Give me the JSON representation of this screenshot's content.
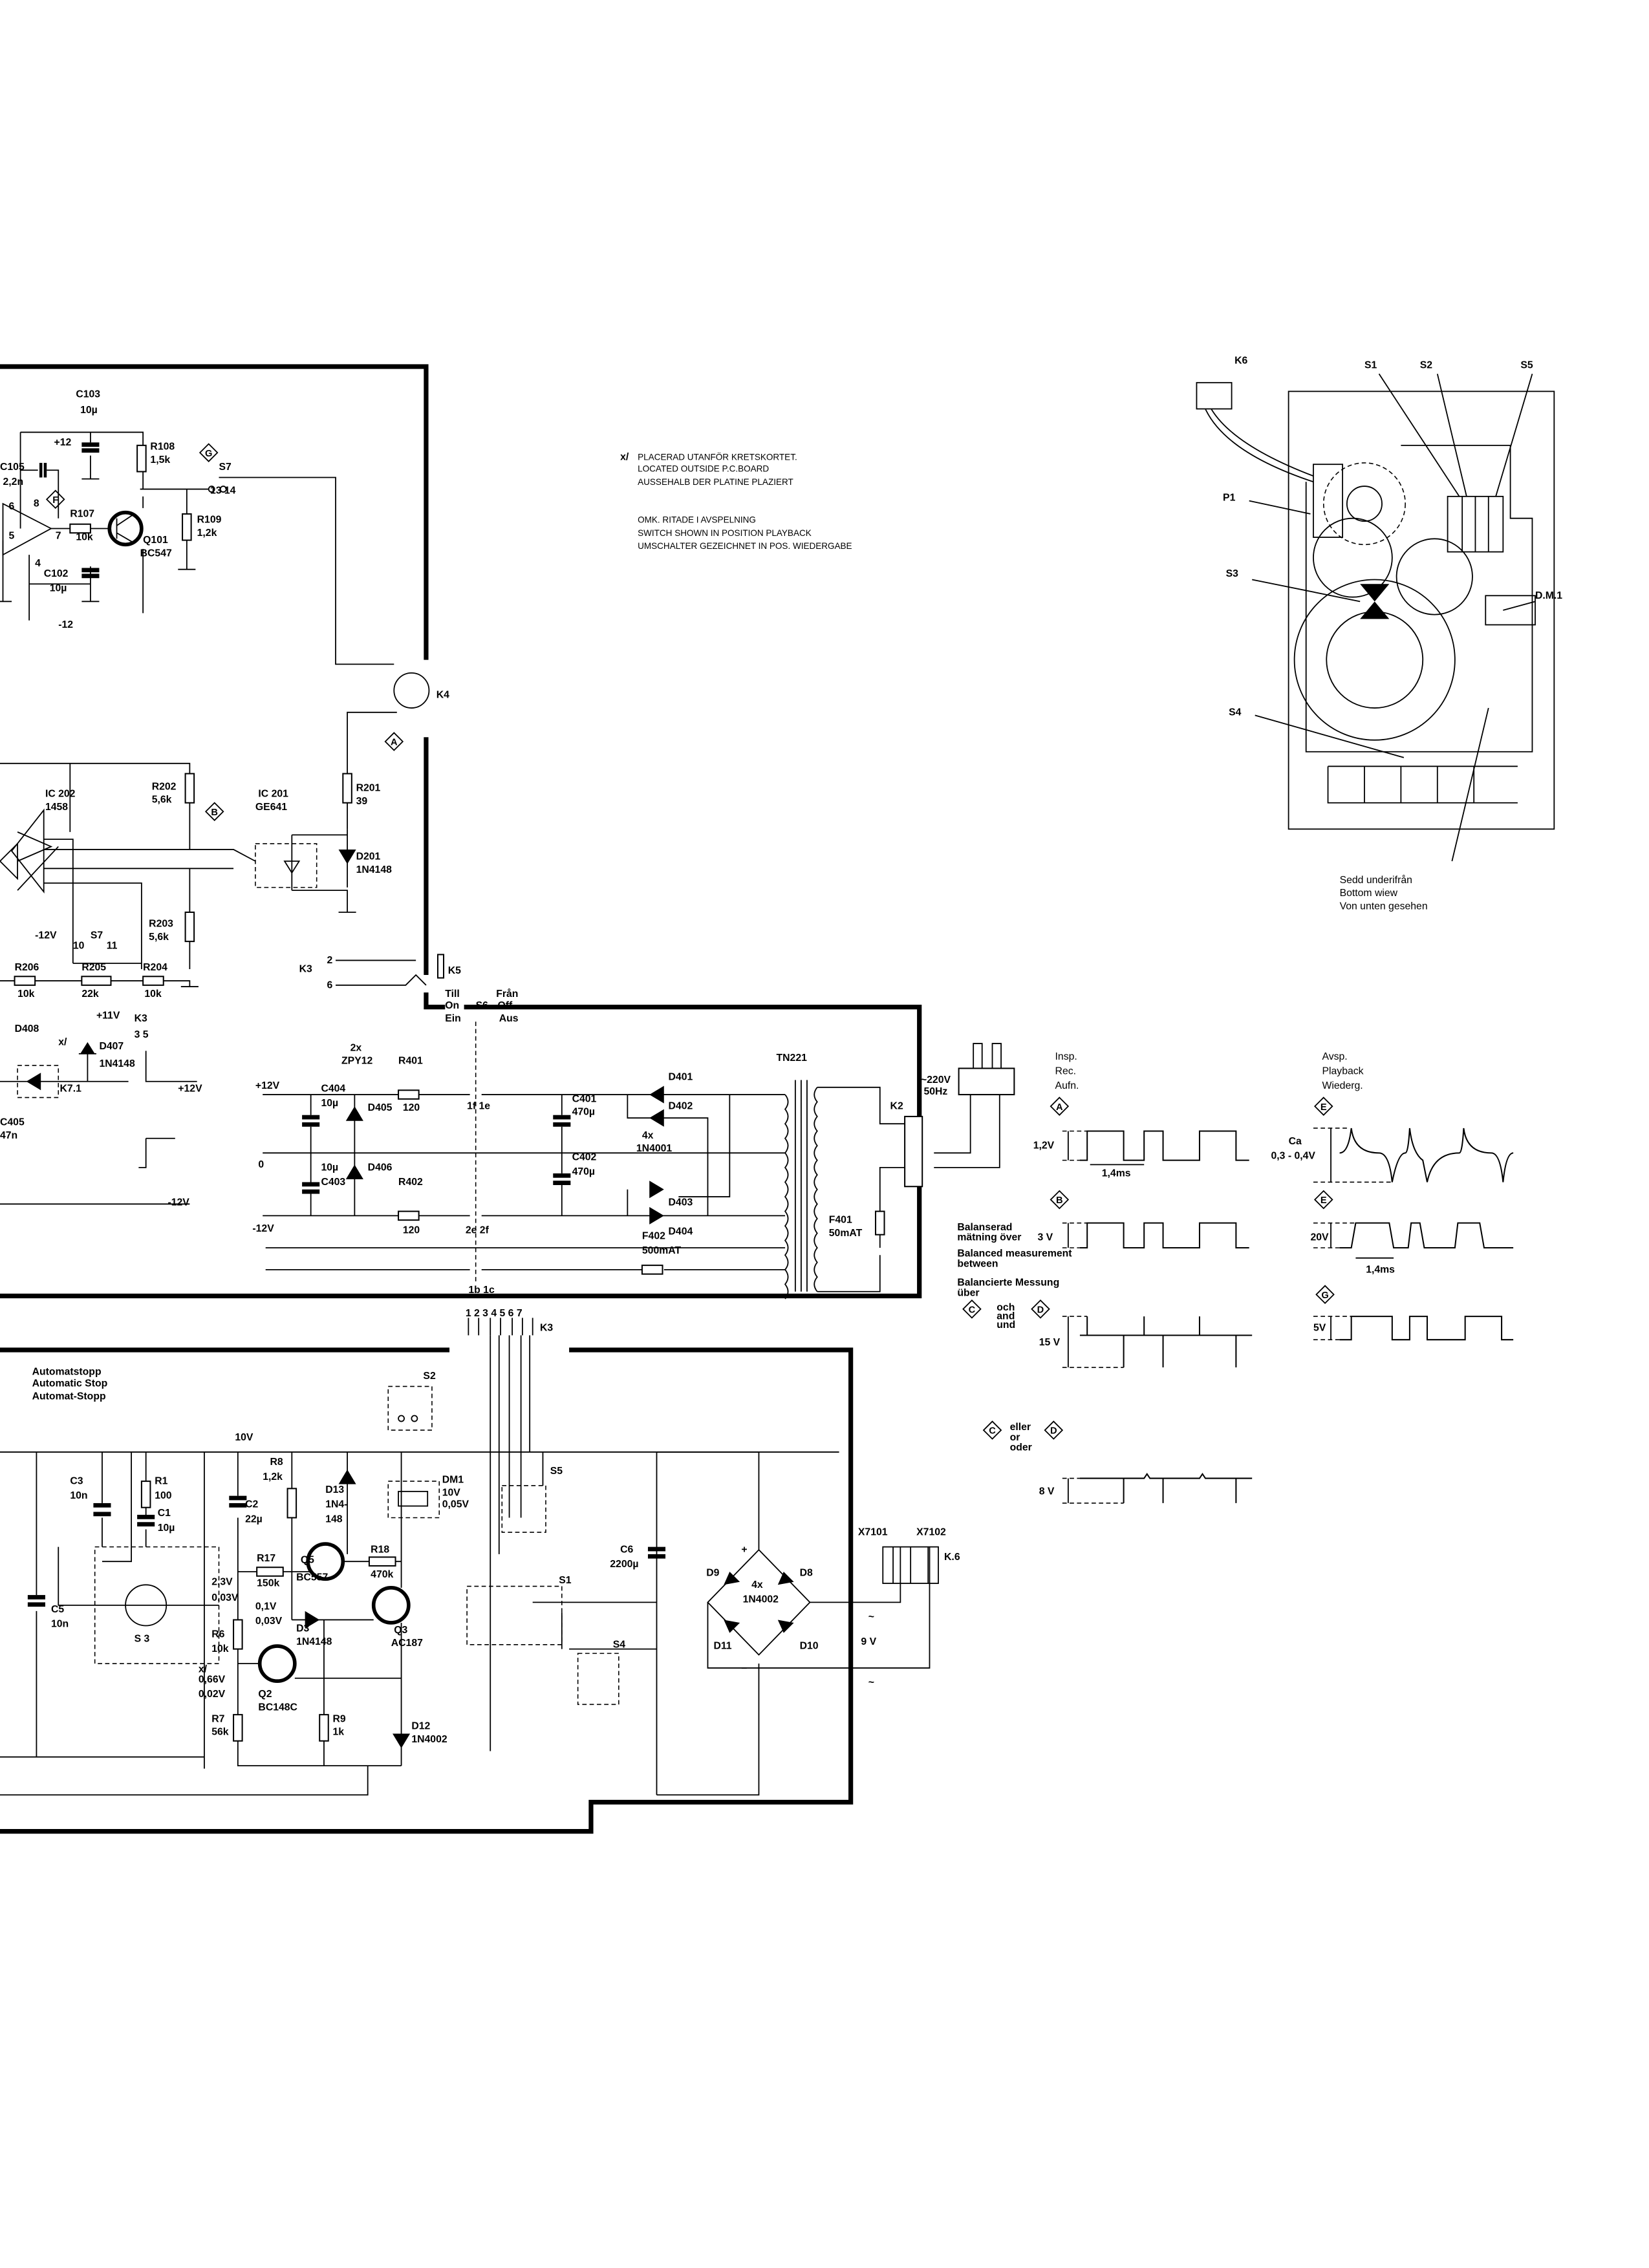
{
  "notes": {
    "marker": "x/",
    "outside_board": [
      "PLACERAD UTANFÖR KRETSKORTET.",
      "LOCATED OUTSIDE P.C.BOARD",
      "AUSSEHALB DER PLATINE PLAZIERT"
    ],
    "switch_position": [
      "OMK. RITADE I AVSPELNING",
      "SWITCH SHOWN IN POSITION PLAYBACK",
      "UMSCHALTER GEZEICHNET IN POS. WIEDERGABE"
    ]
  },
  "amp": [
    "C103",
    "10µ",
    "+12",
    "R108",
    "1,5k",
    "S7",
    "13 14",
    "C105",
    "2,2n",
    "R107",
    "10k",
    "Q101",
    "BC547",
    "R109",
    "1,2k",
    "C102",
    "10µ",
    "-12",
    "8",
    "6",
    "5",
    "7",
    "4",
    "K4"
  ],
  "decoder": [
    "IC 202",
    "1458",
    "R202",
    "5,6k",
    "IC 201",
    "GE641",
    "R201",
    "39",
    "D201",
    "1N4148",
    "-12V",
    "R203",
    "5,6k",
    "S7",
    "10",
    "11",
    "R206",
    "10k",
    "R205",
    "22k",
    "R204",
    "10k",
    "K3",
    "2",
    "6",
    "K5",
    "D408",
    "+11V",
    "K3",
    "3 5",
    "D407",
    "1N4148",
    "K7.1",
    "x/",
    "+12V",
    "C405",
    "47n",
    "-12V"
  ],
  "power": [
    "Till",
    "On",
    "Ein",
    "S6",
    "Från",
    "Off",
    "Aus",
    "2x",
    "ZPY12",
    "R401",
    "120",
    "+12V",
    "C404",
    "10µ",
    "D405",
    "0",
    "10µ",
    "C403",
    "D406",
    "R402",
    "120",
    "-12V",
    "1f 1e",
    "2e 2f",
    "1b 1c",
    "C401",
    "470µ",
    "C402",
    "470µ",
    "D401",
    "D402",
    "4x",
    "1N4001",
    "D403",
    "D404",
    "TN221",
    "F401",
    "50mAT",
    "F402",
    "500mAT",
    "~220V",
    "50Hz",
    "K2"
  ],
  "waveforms": {
    "record_heading": [
      "Insp.",
      "Rec.",
      "Aufn."
    ],
    "playback_heading": [
      "Avsp.",
      "Playback",
      "Wiederg."
    ],
    "labels": [
      "1,2V",
      "1,4ms",
      "3 V",
      "Balanserad",
      "mätning över",
      "Balanced measurement",
      "between",
      "Balancierte Messung",
      "über",
      "och",
      "and",
      "und",
      "15 V",
      "eller",
      "or",
      "oder",
      "8 V",
      "Ca",
      "0,3 - 0,4V",
      "20V",
      "1,4ms",
      "5V"
    ]
  },
  "markers": [
    "G",
    "F",
    "A",
    "B",
    "A",
    "B",
    "C",
    "D",
    "C",
    "D",
    "E",
    "E",
    "G"
  ],
  "bottom_view": {
    "labels": [
      "K6",
      "S1",
      "S2",
      "S5",
      "P1",
      "S3",
      "D.M.1",
      "S4"
    ],
    "caption": [
      "Sedd underifrån",
      "Bottom wiew",
      "Von unten gesehen"
    ]
  },
  "autostop": [
    "Automatstopp",
    "Automatic Stop",
    "Automat-Stopp",
    "S2",
    "10V",
    "C3",
    "10n",
    "R1",
    "100",
    "C1",
    "10µ",
    "R8",
    "1,2k",
    "C2",
    "22µ",
    "D13",
    "1N4-",
    "148",
    "DM1",
    "10V",
    "0,05V",
    "S5",
    "C5",
    "10n",
    "S 3",
    "R17",
    "150k",
    "Q5",
    "BC557",
    "R18",
    "470k",
    "2,3V",
    "0,03V",
    "0,1V",
    "0,03V",
    "D3",
    "1N4148",
    "Q3",
    "AC187",
    "R6",
    "10k",
    "0,66V",
    "0,02V",
    "Q2",
    "BC148C",
    "R7",
    "56k",
    "R9",
    "1k",
    "D12",
    "1N4002",
    "C6",
    "2200µ",
    "S1",
    "S4",
    "+",
    "–",
    "D9",
    "D8",
    "4x",
    "1N4002",
    "D11",
    "D10",
    "X7101",
    "X7102",
    "K.6",
    "~",
    "9 V",
    "~",
    "1 2 3 4 5 6 7",
    "K3",
    "x/"
  ]
}
